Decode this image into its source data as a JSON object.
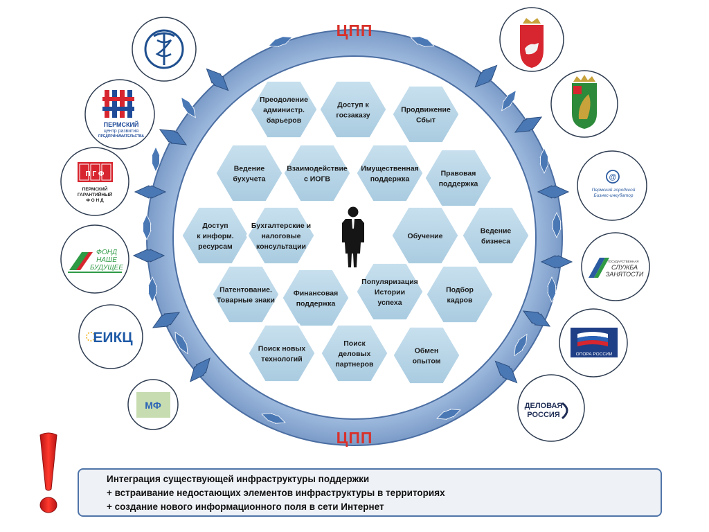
{
  "ring": {
    "top_label": "ЦПП",
    "bottom_label": "ЦПП",
    "colors": {
      "ring_fill": "#93b2d8",
      "ring_stroke": "#4c6fa3",
      "hex_fill": "#b9d6e6",
      "arrow_fill": "#4a78b5",
      "cpp_text": "#d8312b"
    }
  },
  "services": [
    {
      "lines": [
        "Преодоление",
        "администр.",
        "барьеров"
      ]
    },
    {
      "lines": [
        "Доступ к",
        "госзаказу"
      ]
    },
    {
      "lines": [
        "Продвижение",
        "Сбыт"
      ]
    },
    {
      "lines": [
        "Ведение",
        "бухучета"
      ]
    },
    {
      "lines": [
        "Взаимодействие",
        "с ИОГВ"
      ]
    },
    {
      "lines": [
        "Имущественная",
        "поддержка"
      ]
    },
    {
      "lines": [
        "Правовая",
        "поддержка"
      ]
    },
    {
      "lines": [
        "Доступ",
        "к информ.",
        "ресурсам"
      ]
    },
    {
      "lines": [
        "Бухгалтерские и",
        "налоговые",
        "консультации"
      ]
    },
    {
      "lines": [
        "Обучение"
      ]
    },
    {
      "lines": [
        "Ведение",
        "бизнеса"
      ]
    },
    {
      "lines": [
        "Патентование.",
        "Товарные знаки"
      ]
    },
    {
      "lines": [
        "Финансовая",
        "поддержка"
      ]
    },
    {
      "lines": [
        "Популяризация",
        "Истории",
        "успеха"
      ]
    },
    {
      "lines": [
        "Подбор",
        "кадров"
      ]
    },
    {
      "lines": [
        "Поиск новых",
        "технологий"
      ]
    },
    {
      "lines": [
        "Поиск",
        "деловых",
        "партнеров"
      ]
    },
    {
      "lines": [
        "Обмен",
        "опытом"
      ]
    }
  ],
  "partners": {
    "left": [
      {
        "name": "chamber-of-commerce",
        "icon": "caduceus-icon",
        "texts": []
      },
      {
        "name": "perm-business-development-center",
        "icon": "grid-logo-icon",
        "texts": [
          "ПЕРМСКИЙ",
          "центр развития",
          "ПРЕДПРИНИМАТЕЛЬСТВА"
        ]
      },
      {
        "name": "perm-guarantee-fund",
        "icon": "pgf-logo-icon",
        "texts": [
          "П Г Ф",
          "ПЕРМСКИЙ",
          "ГАРАНТИЙНЫЙ",
          "Ф О Н Д"
        ]
      },
      {
        "name": "fund-our-future",
        "icon": "fund-logo-icon",
        "texts": [
          "ФОНД",
          "НАШЕ",
          "БУДУЩЕЕ"
        ]
      },
      {
        "name": "eikc",
        "icon": "eikc-logo-icon",
        "texts": [
          "ЕИКЦ"
        ]
      },
      {
        "name": "mf",
        "icon": "mf-logo-icon",
        "texts": [
          "МФ"
        ]
      }
    ],
    "right": [
      {
        "name": "perm-krai-emblem",
        "icon": "bear-crest-icon",
        "texts": []
      },
      {
        "name": "perm-city-emblem",
        "icon": "city-crest-icon",
        "texts": []
      },
      {
        "name": "business-incubator",
        "icon": "incubator-logo-icon",
        "texts": [
          "Пермский городской",
          "Бизнес-инкубатор"
        ]
      },
      {
        "name": "employment-service",
        "icon": "employment-logo-icon",
        "texts": [
          "ГОСУДАРСТВЕННАЯ",
          "СЛУЖБА",
          "ЗАНЯТОСТИ"
        ]
      },
      {
        "name": "opora-russia",
        "icon": "flag-logo-icon",
        "texts": [
          "ОПОРА РОССИИ"
        ]
      },
      {
        "name": "delovaya-rossiya",
        "icon": "dr-logo-icon",
        "texts": [
          "ДЕЛОВАЯ",
          "РОССИЯ"
        ]
      }
    ]
  },
  "notice": {
    "icon": "exclamation-icon",
    "lines": [
      "Интеграция существующей инфраструктуры поддержки",
      "+ встраивание недостающих элементов инфраструктуры в территориях",
      "+ создание нового информационного поля в сети Интернет"
    ]
  }
}
